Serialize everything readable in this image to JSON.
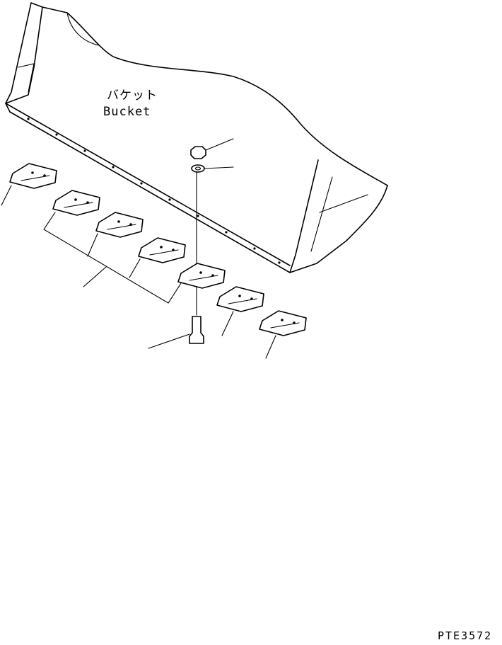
{
  "diagram": {
    "part_label_japanese": "バケット",
    "part_label_english": "Bucket",
    "drawing_code": "PTE3572"
  }
}
